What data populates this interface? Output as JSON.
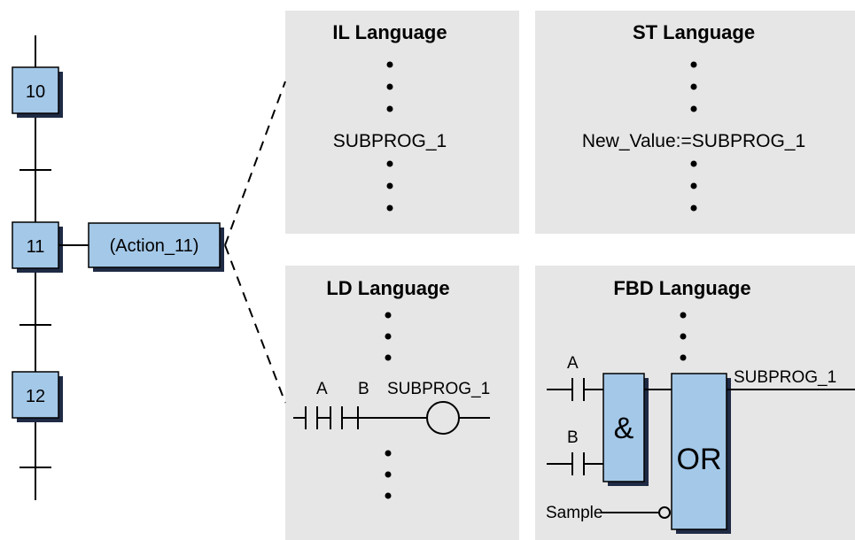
{
  "sfc": {
    "steps": [
      "10",
      "11",
      "12"
    ],
    "action_label": "(Action_11)"
  },
  "panels": {
    "il": {
      "title": "IL Language",
      "code": "SUBPROG_1"
    },
    "st": {
      "title": "ST Language",
      "code": "New_Value:=SUBPROG_1"
    },
    "ld": {
      "title": "LD Language",
      "contact_a": "A",
      "contact_b": "B",
      "coil_label": "SUBPROG_1"
    },
    "fbd": {
      "title": "FBD Language",
      "input_a": "A",
      "input_b": "B",
      "and_block": "&",
      "or_block": "OR",
      "sample_input": "Sample",
      "output_label": "SUBPROG_1"
    }
  },
  "colors": {
    "panel_bg": "#e6e6e6",
    "block_fill": "#a4c8e8",
    "block_shadow": "#1f2a44"
  }
}
